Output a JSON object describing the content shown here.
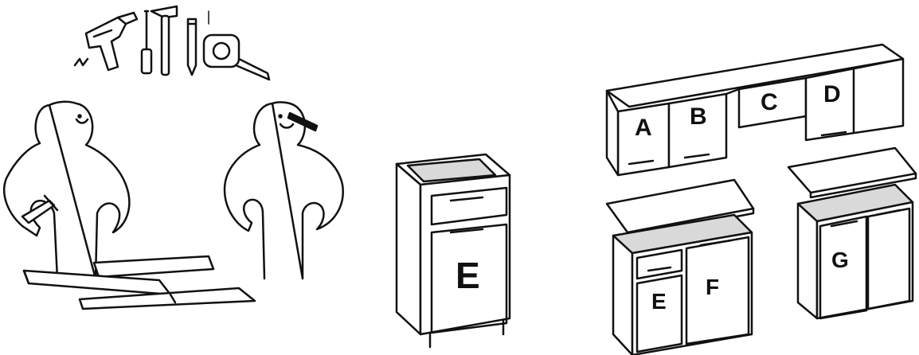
{
  "labels": {
    "upper_a": "A",
    "upper_b": "B",
    "upper_c": "C",
    "upper_d": "D",
    "large_e": "E",
    "base_e": "E",
    "base_f": "F",
    "base_g": "G"
  },
  "colors": {
    "stroke": "#111111",
    "fill": "#ffffff",
    "shade": "#d9d9d9"
  },
  "icons": [
    "drill-icon",
    "screwdriver-icon",
    "hammer-icon",
    "pencil-icon",
    "tape-measure-icon"
  ]
}
